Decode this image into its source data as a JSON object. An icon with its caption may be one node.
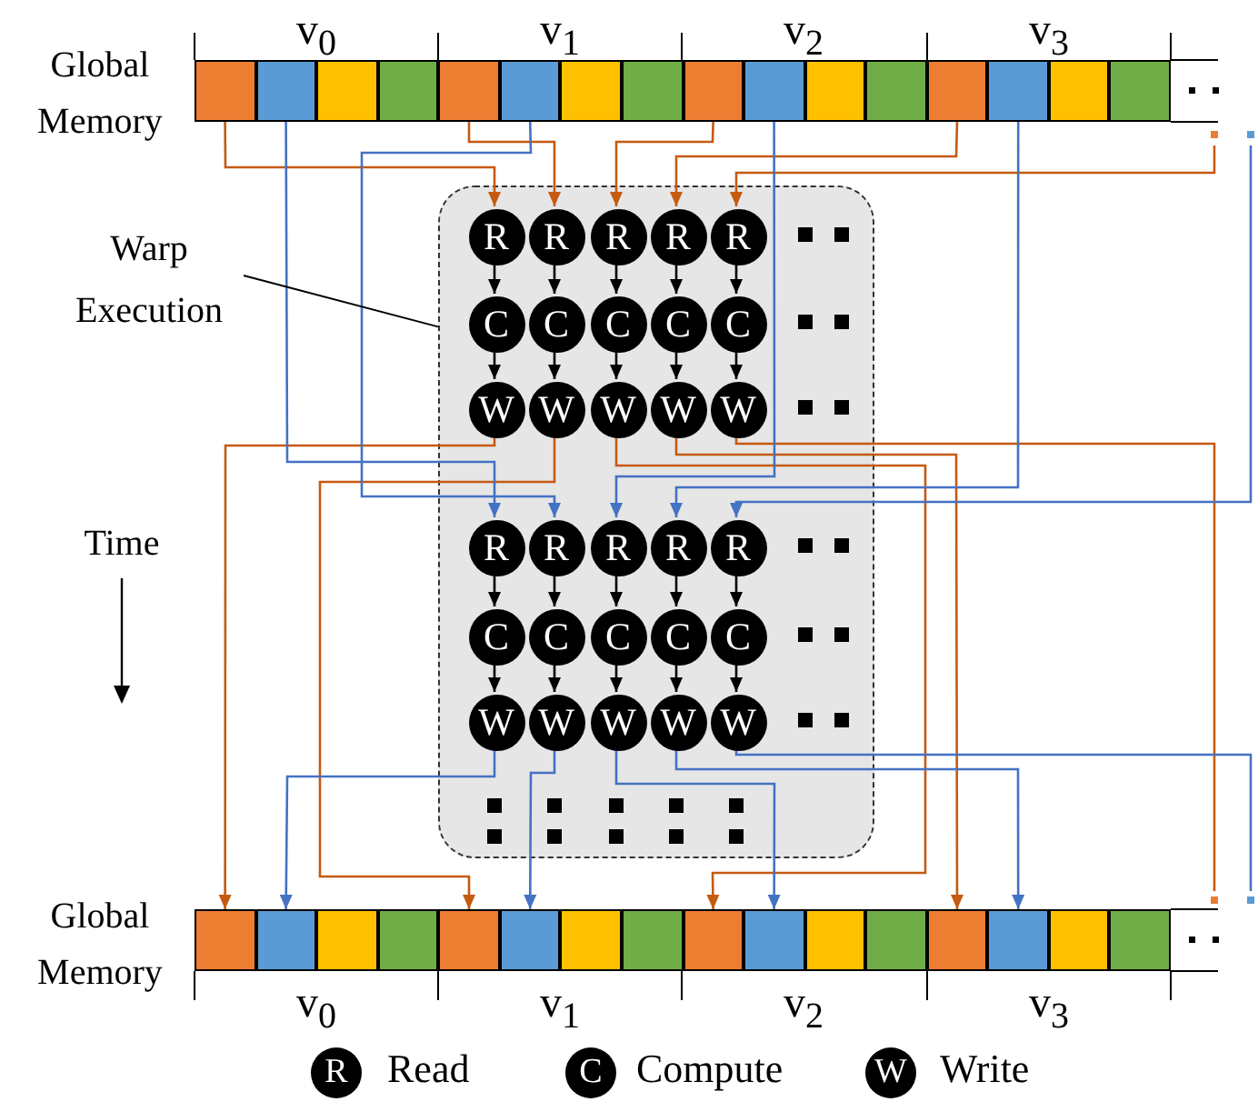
{
  "diagram": {
    "nodes": [
      {
        "text": [],
        "shape": "box"
      },
      {
        "text": [],
        "shape": "box"
      },
      {
        "text": [],
        "shape": "box"
      },
      {
        "text": [],
        "shape": "box"
      },
      {
        "text": [],
        "shape": "box"
      },
      {
        "text": [],
        "shape": "box"
      },
      {
        "text": [],
        "shape": "box"
      },
      {
        "text": [],
        "shape": "box"
      },
      {
        "text": [],
        "shape": "box"
      },
      {
        "text": [],
        "shape": "box"
      },
      {
        "text": [],
        "shape": "box"
      },
      {
        "text": [],
        "shape": "box"
      },
      {
        "text": [],
        "shape": "box"
      },
      {
        "text": [],
        "shape": "box"
      },
      {
        "text": [],
        "shape": "box"
      },
      {
        "text": [],
        "shape": "box"
      },
      {
        "text": [
          "Warp Execution"
        ]
      },
      {
        "text": [],
        "shape": "box"
      },
      {
        "text": [
          "R"
        ],
        "in": 17
      },
      {
        "text": [
          "R"
        ],
        "in": 17
      },
      {
        "text": [
          "R"
        ],
        "in": 17
      },
      {
        "text": [
          "R"
        ],
        "in": 17
      },
      {
        "text": [
          "R"
        ],
        "in": 17
      },
      {
        "text": [
          "C"
        ],
        "in": 17
      },
      {
        "text": [
          "C"
        ],
        "in": 17
      },
      {
        "text": [
          "C"
        ],
        "in": 17
      },
      {
        "text": [
          "C"
        ],
        "in": 17
      },
      {
        "text": [
          "C"
        ],
        "in": 17
      },
      {
        "text": [
          "W"
        ],
        "in": 17
      },
      {
        "text": [
          "W"
        ],
        "in": 17
      },
      {
        "text": [
          "W"
        ],
        "in": 17
      },
      {
        "text": [
          "W"
        ],
        "in": 17
      },
      {
        "text": [
          "W"
        ],
        "in": 17
      },
      {
        "text": [
          "R"
        ],
        "in": 17
      },
      {
        "text": [
          "R"
        ],
        "in": 17
      },
      {
        "text": [
          "R"
        ],
        "in": 17
      },
      {
        "text": [
          "R"
        ],
        "in": 17
      },
      {
        "text": [
          "R"
        ],
        "in": 17
      },
      {
        "text": [
          "C"
        ],
        "in": 17
      },
      {
        "text": [
          "C"
        ],
        "in": 17
      },
      {
        "text": [
          "C"
        ],
        "in": 17
      },
      {
        "text": [
          "C"
        ],
        "in": 17
      },
      {
        "text": [
          "C"
        ],
        "in": 17
      },
      {
        "text": [
          "W"
        ],
        "in": 17
      },
      {
        "text": [
          "W"
        ],
        "in": 17
      },
      {
        "text": [
          "W"
        ],
        "in": 17
      },
      {
        "text": [
          "W"
        ],
        "in": 17
      },
      {
        "text": [
          "W"
        ],
        "in": 17
      },
      {
        "text": [],
        "shape": "box"
      },
      {
        "text": [],
        "shape": "box"
      },
      {
        "text": [],
        "shape": "box"
      },
      {
        "text": [],
        "shape": "box"
      },
      {
        "text": [],
        "shape": "box"
      },
      {
        "text": [],
        "shape": "box"
      },
      {
        "text": [],
        "shape": "box"
      },
      {
        "text": [],
        "shape": "box"
      },
      {
        "text": [],
        "shape": "box"
      },
      {
        "text": [],
        "shape": "box"
      },
      {
        "text": [],
        "shape": "box"
      },
      {
        "text": [],
        "shape": "box"
      },
      {
        "text": [],
        "shape": "box"
      },
      {
        "text": [],
        "shape": "box"
      },
      {
        "text": [],
        "shape": "box"
      },
      {
        "text": [],
        "shape": "box"
      }
    ],
    "edges": [
      {
        "from": 0,
        "to": 18,
        "arrow": "to",
        "color": "#c55a11"
      },
      {
        "from": 4,
        "to": 19,
        "arrow": "to",
        "color": "#c55a11"
      },
      {
        "from": 8,
        "to": 20,
        "arrow": "to",
        "color": "#c55a11"
      },
      {
        "from": 12,
        "to": 21,
        "arrow": "to",
        "color": "#c55a11"
      },
      {
        "from": null,
        "to": 22,
        "arrow": "to",
        "color": "#c55a11"
      },
      {
        "from": 18,
        "to": 23,
        "arrow": "to"
      },
      {
        "from": 19,
        "to": 24,
        "arrow": "to"
      },
      {
        "from": 20,
        "to": 25,
        "arrow": "to"
      },
      {
        "from": 21,
        "to": 26,
        "arrow": "to"
      },
      {
        "from": 22,
        "to": 27,
        "arrow": "to"
      },
      {
        "from": 23,
        "to": 28,
        "arrow": "to"
      },
      {
        "from": 24,
        "to": 29,
        "arrow": "to"
      },
      {
        "from": 25,
        "to": 30,
        "arrow": "to"
      },
      {
        "from": 26,
        "to": 31,
        "arrow": "to"
      },
      {
        "from": 27,
        "to": 32,
        "arrow": "to"
      },
      {
        "from": 28,
        "to": 48,
        "arrow": "to",
        "color": "#c55a11"
      },
      {
        "from": 29,
        "to": 52,
        "arrow": "to",
        "color": "#c55a11"
      },
      {
        "from": 30,
        "to": 56,
        "arrow": "to",
        "color": "#c55a11"
      },
      {
        "from": 31,
        "to": 60,
        "arrow": "to",
        "color": "#c55a11"
      },
      {
        "from": 32,
        "to": null,
        "arrow": "none",
        "color": "#c55a11"
      },
      {
        "from": 1,
        "to": 33,
        "arrow": "to",
        "color": "#4472c4"
      },
      {
        "from": 5,
        "to": 34,
        "arrow": "to",
        "color": "#4472c4"
      },
      {
        "from": 9,
        "to": 35,
        "arrow": "to",
        "color": "#4472c4"
      },
      {
        "from": 13,
        "to": 36,
        "arrow": "to",
        "color": "#4472c4"
      },
      {
        "from": null,
        "to": 37,
        "arrow": "to",
        "color": "#4472c4"
      },
      {
        "from": 33,
        "to": 38,
        "arrow": "to"
      },
      {
        "from": 34,
        "to": 39,
        "arrow": "to"
      },
      {
        "from": 35,
        "to": 40,
        "arrow": "to"
      },
      {
        "from": 36,
        "to": 41,
        "arrow": "to"
      },
      {
        "from": 37,
        "to": 42,
        "arrow": "to"
      },
      {
        "from": 38,
        "to": 43,
        "arrow": "to"
      },
      {
        "from": 39,
        "to": 44,
        "arrow": "to"
      },
      {
        "from": 40,
        "to": 45,
        "arrow": "to"
      },
      {
        "from": 41,
        "to": 46,
        "arrow": "to"
      },
      {
        "from": 42,
        "to": 47,
        "arrow": "to"
      },
      {
        "from": 43,
        "to": 49,
        "arrow": "to",
        "color": "#4472c4"
      },
      {
        "from": 44,
        "to": 53,
        "arrow": "to",
        "color": "#4472c4"
      },
      {
        "from": 45,
        "to": 57,
        "arrow": "to",
        "color": "#4472c4"
      },
      {
        "from": 46,
        "to": 61,
        "arrow": "to",
        "color": "#4472c4"
      },
      {
        "from": 47,
        "to": null,
        "arrow": "none",
        "color": "#4472c4"
      },
      {
        "from": 16,
        "to": 17,
        "arrow": "none"
      }
    ],
    "labels": [
      "v$_{0}$",
      "v$_{1}$",
      "v$_{2}$",
      "v$_{3}$",
      "Global Memory",
      "Time",
      "Global Memory",
      "v$_{0}$",
      "v$_{1}$",
      "v$_{2}$",
      "v$_{3}$",
      "R",
      "C",
      "W"
    ],
    "legend": [
      {
        "text": "Read"
      },
      {
        "text": "Compute"
      },
      {
        "text": "Write"
      }
    ]
  }
}
